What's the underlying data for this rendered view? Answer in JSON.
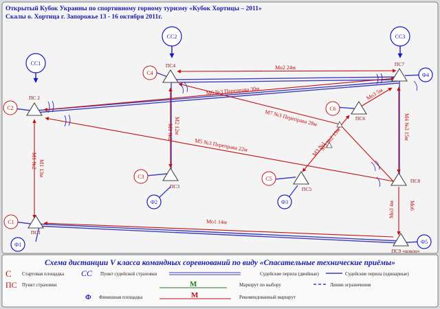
{
  "header": {
    "line1": "Открытый Кубок Украины  по спортивному горному туризму «Кубок Хортицы – 2011»",
    "line2": "Скалы о. Хортица г. Запорожье 13 - 16 октября  2011г."
  },
  "colors": {
    "red": "#c01010",
    "blue": "#1818c0",
    "route": "#c01010",
    "railing": "#3d3dbd"
  },
  "nodes": {
    "ss1": "СС1",
    "ss2": "СС2",
    "ss3": "СС3",
    "c1": "С1",
    "c2": "С2",
    "c3": "С3",
    "c4": "С4",
    "c5": "С5",
    "c6": "С6",
    "ps1": "ПС1",
    "ps2": "ПС 2",
    "ps3": "ПС3",
    "ps4": "ПС4",
    "ps5": "ПС5",
    "ps6": "ПС6",
    "ps7": "ПС7",
    "ps8": "ПС8",
    "ps9": "ПС9 «кокон»",
    "f1": "Ф1",
    "f2": "Ф2",
    "f3": "Ф3",
    "f4": "Ф4",
    "f5": "Ф5"
  },
  "edges": {
    "m1": "Мо1 14м",
    "m2": "Мо2 24м",
    "m3": "Мо3 4м",
    "m4": "М4 №3 15м",
    "m5": "М5 №3 Переправа 22м",
    "m6": "М6 №3 Переправа 30м",
    "m7": "М7 №3 Переправа 28м",
    "m8": "Мо3 5м",
    "m9": "М1 13м",
    "m10": "М1 №2",
    "m11": "М2 12м",
    "m12": "М1 №2",
    "m13": "М3 №2 13м",
    "m14": "М3 №1",
    "m15": "Мо6"
  },
  "legend": {
    "title": "Схема дистанции V класса командных соревнований по виду «Спасательные технические приёмы»",
    "c_sym": "С",
    "c_text": "Стартовая площадка",
    "ss_sym": "СС",
    "ss_text": "Пункт судейской страховки",
    "double_rail": "Судейские перила (двойные)",
    "single_rail": "Судейские перила (одинарные)",
    "ps_sym": "ПС",
    "ps_text": "Пункт страховки",
    "choice_sym": "М",
    "choice_text": "Маршрут по выбору",
    "limit_text": "Линии ограничения",
    "f_sym": "Ф",
    "f_text": "Финишная площадка",
    "rec_sym": "М",
    "rec_text": "Рекомендованный маршрут"
  }
}
